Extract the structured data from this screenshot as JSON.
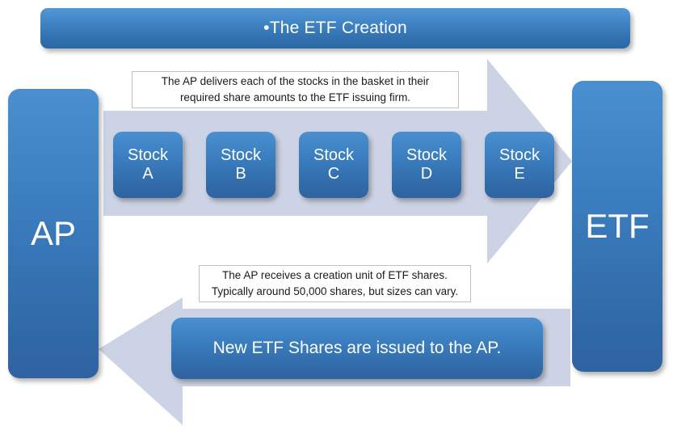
{
  "title": {
    "bullet": "•",
    "text": "The ETF Creation"
  },
  "actors": {
    "left": {
      "label": "AP",
      "name": "authorized-participant"
    },
    "right": {
      "label": "ETF",
      "name": "etf-issuer"
    }
  },
  "basket": {
    "items": [
      {
        "line1": "Stock",
        "line2": "A"
      },
      {
        "line1": "Stock",
        "line2": "B"
      },
      {
        "line1": "Stock",
        "line2": "C"
      },
      {
        "line1": "Stock",
        "line2": "D"
      },
      {
        "line1": "Stock",
        "line2": "E"
      }
    ]
  },
  "captions": {
    "top": {
      "line1": "The AP delivers each of the stocks in the basket in their",
      "line2": "required share amounts to the ETF issuing firm."
    },
    "bottom": {
      "line1": "The AP receives a creation unit of ETF shares.",
      "line2": "Typically around 50,000 shares, but sizes can vary."
    }
  },
  "issued_bar": {
    "text": "New ETF Shares are issued to the AP."
  },
  "arrows": {
    "forward": {
      "direction": "right",
      "meaning": "stocks-delivered-to-etf"
    },
    "back": {
      "direction": "left",
      "meaning": "etf-shares-returned-to-ap"
    }
  },
  "colors": {
    "blue_light": "#4a8fd0",
    "blue_dark": "#2e63a0",
    "arrow_fill": "#ccd3e4",
    "caption_border": "#c0c0c0",
    "background": "#ffffff",
    "text_on_blue": "#ffffff",
    "text_dark": "#1a1a1a"
  }
}
